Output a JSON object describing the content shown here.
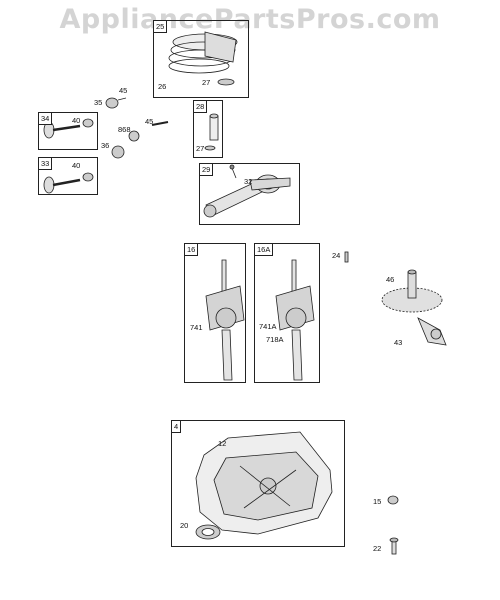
{
  "watermark": "AppliancePartsPros.com",
  "boxes": {
    "piston": "25",
    "pin": "28",
    "rod": "29",
    "valve_ex": "34",
    "valve_in": "33",
    "crank_a": "16",
    "crank_b": "16A",
    "sump": "4"
  },
  "labels": {
    "l26": "26",
    "l27a": "27",
    "l27b": "27",
    "l45a": "45",
    "l45b": "45",
    "l35": "35",
    "l40a": "40",
    "l40b": "40",
    "l868": "868",
    "l36": "36",
    "l32": "32",
    "l24": "24",
    "l46": "46",
    "l43": "43",
    "l741": "741",
    "l741a": "741A",
    "l718a": "718A",
    "l12": "12",
    "l20": "20",
    "l15": "15",
    "l22": "22"
  }
}
